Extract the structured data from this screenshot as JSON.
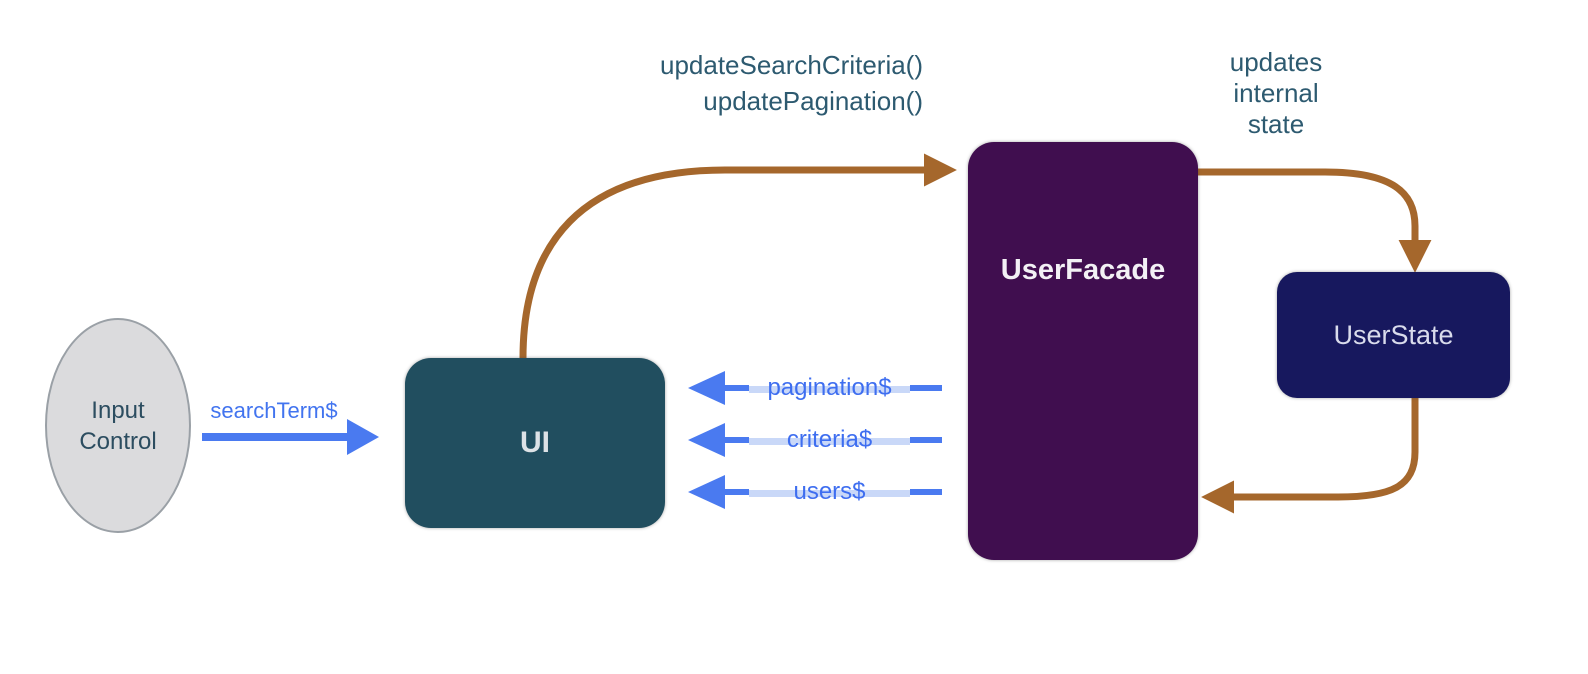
{
  "colors": {
    "background": "#ffffff",
    "brown_arrow": "#a5672c",
    "blue_arrow": "#4a7af0",
    "blue_band": "#c9d8f8",
    "ui_box": "#214e5f",
    "user_facade_box": "#400e4f",
    "user_state_box": "#17185e",
    "ellipse_fill": "#dbdbdd",
    "annotation_text": "#2d5a70"
  },
  "nodes": {
    "input_control": {
      "line1": "Input",
      "line2": "Control"
    },
    "ui": {
      "label": "UI"
    },
    "user_facade": {
      "label": "UserFacade"
    },
    "user_state": {
      "label": "UserState"
    }
  },
  "edges": {
    "search_term": {
      "label": "searchTerm$"
    },
    "facade_calls": {
      "line1": "updateSearchCriteria()",
      "line2": "updatePagination()"
    },
    "state_note": {
      "line1": "updates",
      "line2": "internal",
      "line3": "state"
    },
    "streams": [
      {
        "label": "pagination$"
      },
      {
        "label": "criteria$"
      },
      {
        "label": "users$"
      }
    ]
  }
}
